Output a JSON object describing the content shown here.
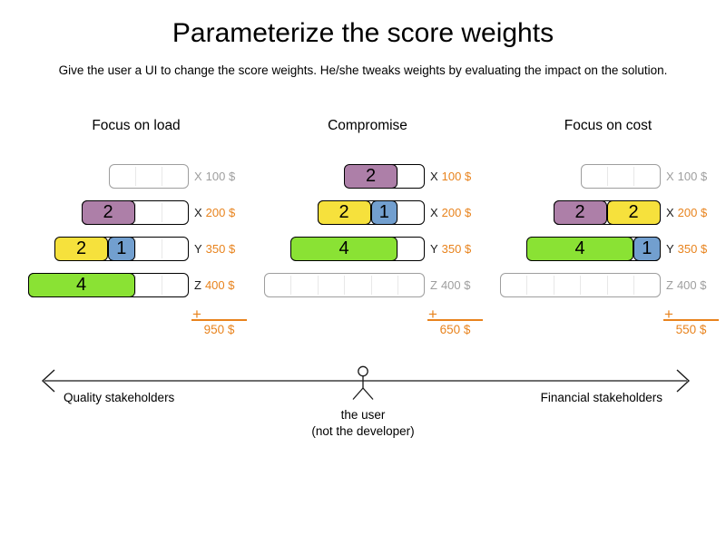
{
  "slide": {
    "title": "Parameterize the score weights",
    "subtitle": "Give the user a UI to change the score weights. He/she tweaks weights by evaluating the impact on the solution."
  },
  "colors": {
    "plum": "#ad7fa8",
    "yellow": "#f6e13c",
    "blue": "#729fcf",
    "green": "#8ae234",
    "money": "#e8831d",
    "unused": "#9e9e9e",
    "divider": "#e8e8e8",
    "border": "#000000",
    "axis_line": "#6e6e6e"
  },
  "scenarios": [
    {
      "title": "Focus on load",
      "total": "950 $",
      "rows": [
        {
          "machine": "X",
          "cost": "100 $",
          "capacity": 3,
          "used": false,
          "blocks": []
        },
        {
          "machine": "X",
          "cost": "200 $",
          "capacity": 4,
          "used": true,
          "blocks": [
            {
              "value": "2",
              "size": 2,
              "color": "plum"
            }
          ]
        },
        {
          "machine": "Y",
          "cost": "350 $",
          "capacity": 5,
          "used": true,
          "blocks": [
            {
              "value": "2",
              "size": 2,
              "color": "yellow"
            },
            {
              "value": "1",
              "size": 1,
              "color": "blue"
            }
          ]
        },
        {
          "machine": "Z",
          "cost": "400 $",
          "capacity": 6,
          "used": true,
          "blocks": [
            {
              "value": "4",
              "size": 4,
              "color": "green"
            }
          ]
        }
      ]
    },
    {
      "title": "Compromise",
      "total": "650 $",
      "rows": [
        {
          "machine": "X",
          "cost": "100 $",
          "capacity": 3,
          "used": true,
          "blocks": [
            {
              "value": "2",
              "size": 2,
              "color": "plum"
            }
          ]
        },
        {
          "machine": "X",
          "cost": "200 $",
          "capacity": 4,
          "used": true,
          "blocks": [
            {
              "value": "2",
              "size": 2,
              "color": "yellow"
            },
            {
              "value": "1",
              "size": 1,
              "color": "blue"
            }
          ]
        },
        {
          "machine": "Y",
          "cost": "350 $",
          "capacity": 5,
          "used": true,
          "blocks": [
            {
              "value": "4",
              "size": 4,
              "color": "green"
            }
          ]
        },
        {
          "machine": "Z",
          "cost": "400 $",
          "capacity": 6,
          "used": false,
          "blocks": []
        }
      ]
    },
    {
      "title": "Focus on cost",
      "total": "550 $",
      "rows": [
        {
          "machine": "X",
          "cost": "100 $",
          "capacity": 3,
          "used": false,
          "blocks": []
        },
        {
          "machine": "X",
          "cost": "200 $",
          "capacity": 4,
          "used": true,
          "blocks": [
            {
              "value": "2",
              "size": 2,
              "color": "plum"
            },
            {
              "value": "2",
              "size": 2,
              "color": "yellow"
            }
          ]
        },
        {
          "machine": "Y",
          "cost": "350 $",
          "capacity": 5,
          "used": true,
          "blocks": [
            {
              "value": "4",
              "size": 4,
              "color": "green"
            },
            {
              "value": "1",
              "size": 1,
              "color": "blue"
            }
          ]
        },
        {
          "machine": "Z",
          "cost": "400 $",
          "capacity": 6,
          "used": false,
          "blocks": []
        }
      ]
    }
  ],
  "totals_plus_sign": "+",
  "axis": {
    "left_label": "Quality stakeholders",
    "right_label": "Financial stakeholders",
    "figure_label_line1": "the user",
    "figure_label_line2": "(not the developer)"
  }
}
